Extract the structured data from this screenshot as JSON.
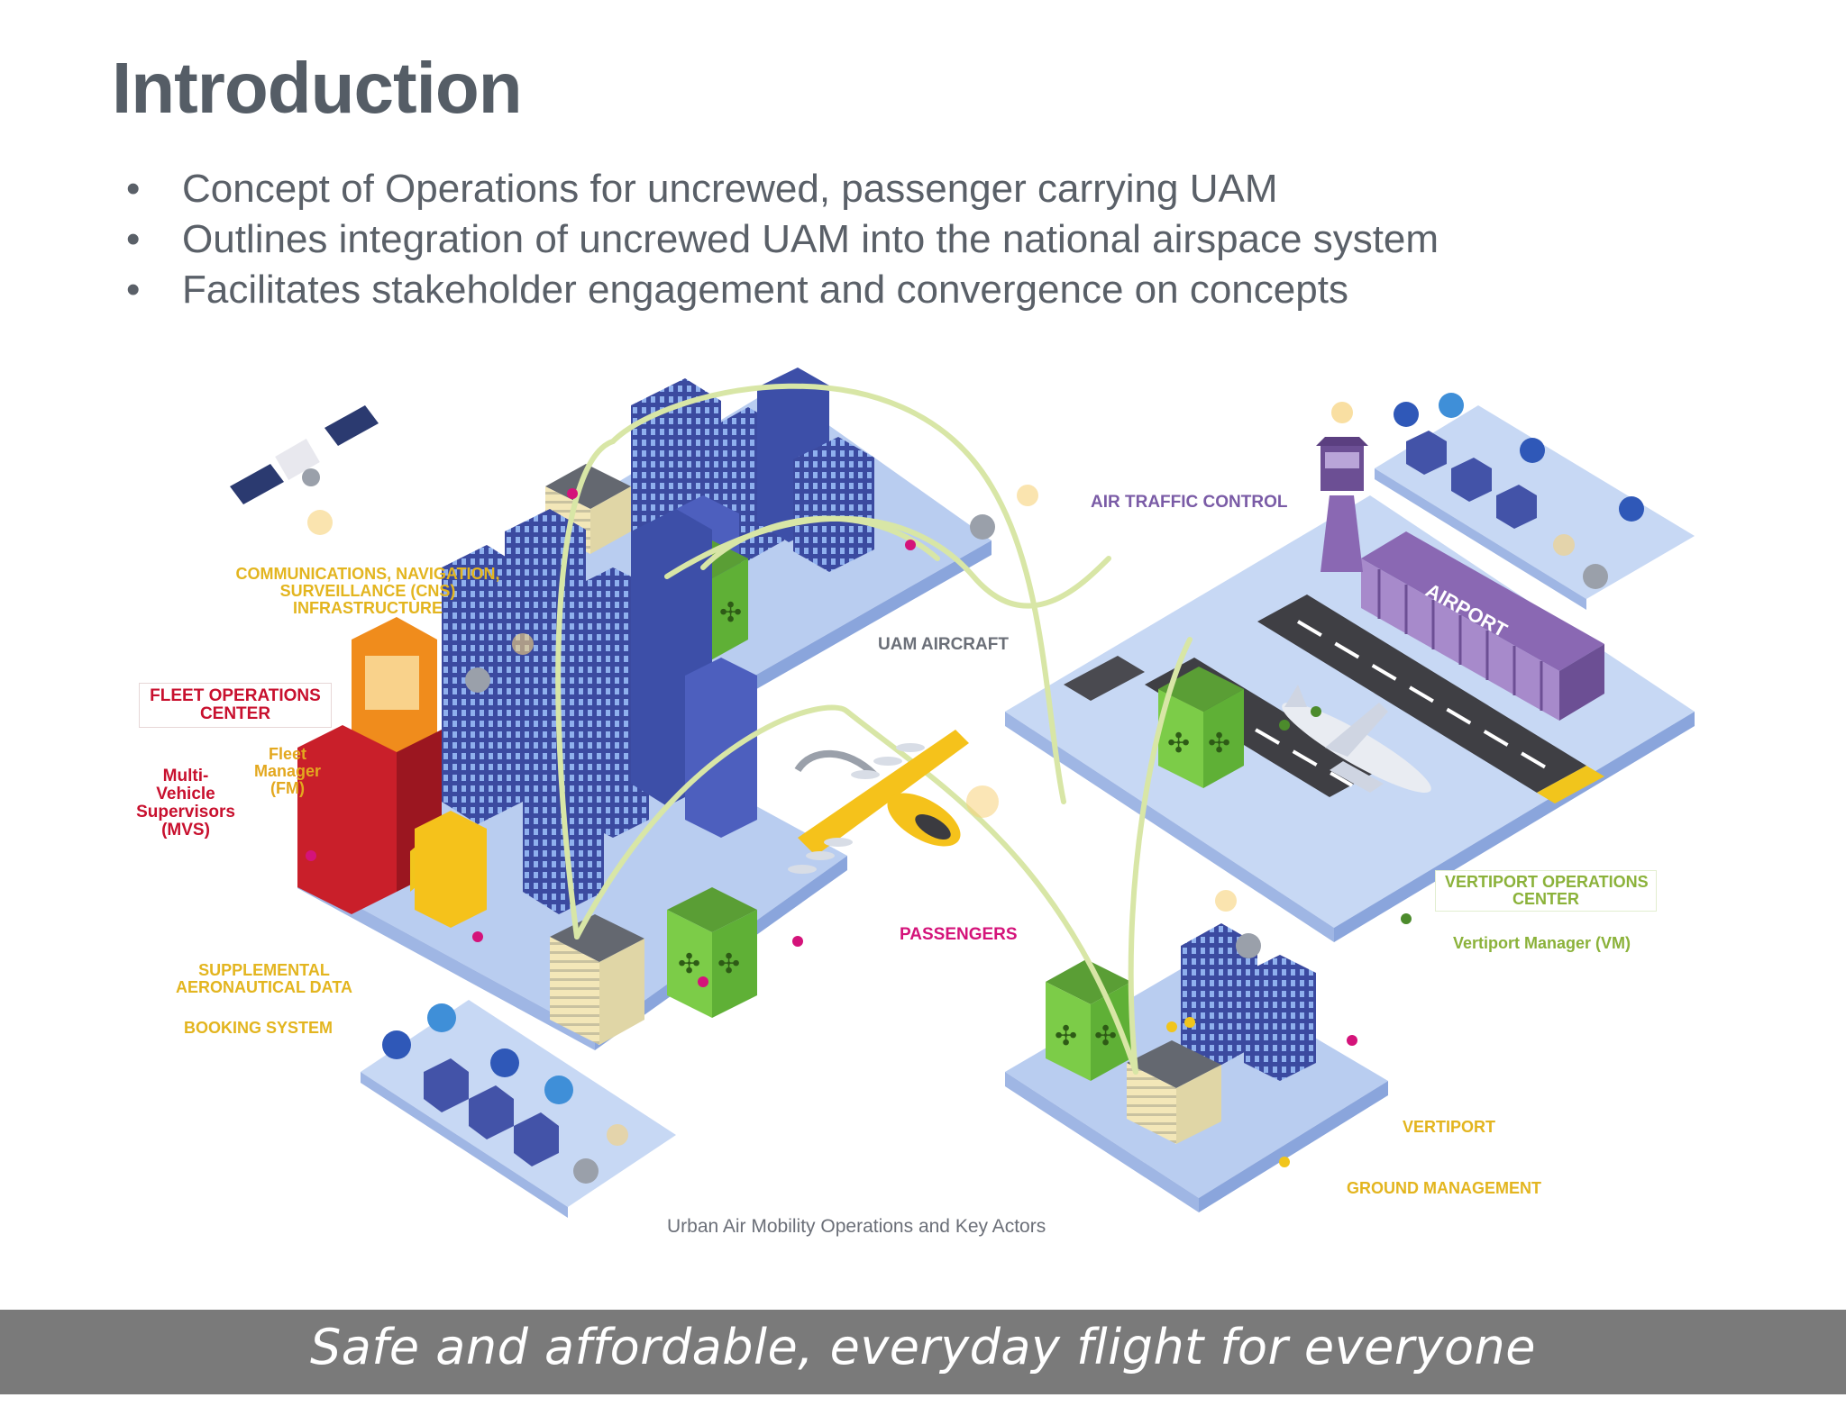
{
  "slide": {
    "title": "Introduction",
    "bullets": [
      "Concept of Operations for uncrewed, passenger carrying UAM",
      "Outlines integration of uncrewed UAM into the national airspace system",
      "Facilitates stakeholder engagement and convergence on concepts"
    ]
  },
  "illustration": {
    "caption": "Urban Air Mobility Operations and Key Actors",
    "labels": {
      "cns_1": "COMMUNICATIONS, NAVIGATION,",
      "cns_2": "SURVEILLANCE (CNS)",
      "cns_3": "INFRASTRUCTURE",
      "fleet_1": "FLEET OPERATIONS",
      "fleet_2": "CENTER",
      "fm_1": "Fleet",
      "fm_2": "Manager",
      "fm_3": "(FM)",
      "mvs_1": "Multi-",
      "mvs_2": "Vehicle",
      "mvs_3": "Supervisors",
      "mvs_4": "(MVS)",
      "supp_1": "SUPPLEMENTAL",
      "supp_2": "AERONAUTICAL DATA",
      "booking": "BOOKING SYSTEM",
      "uam_aircraft": "UAM AIRCRAFT",
      "atc": "AIR TRAFFIC CONTROL",
      "airport_sign": "AIRPORT",
      "passengers": "PASSENGERS",
      "voc_1": "VERTIPORT OPERATIONS",
      "voc_2": "CENTER",
      "vm": "Vertiport Manager (VM)",
      "vertiport": "VERTIPORT",
      "ground": "GROUND MANAGEMENT"
    }
  },
  "footer": {
    "tagline": "Safe and affordable, everyday flight for everyone"
  },
  "colors": {
    "title": "#555d66",
    "footer_bg": "#7a7a7a",
    "platform": "#b9cdf0",
    "building_blue": "#3d4fa8",
    "building_green": "#6cbf3f",
    "flight_path": "#d8e6a6",
    "aircraft_yellow": "#f5c21b"
  }
}
